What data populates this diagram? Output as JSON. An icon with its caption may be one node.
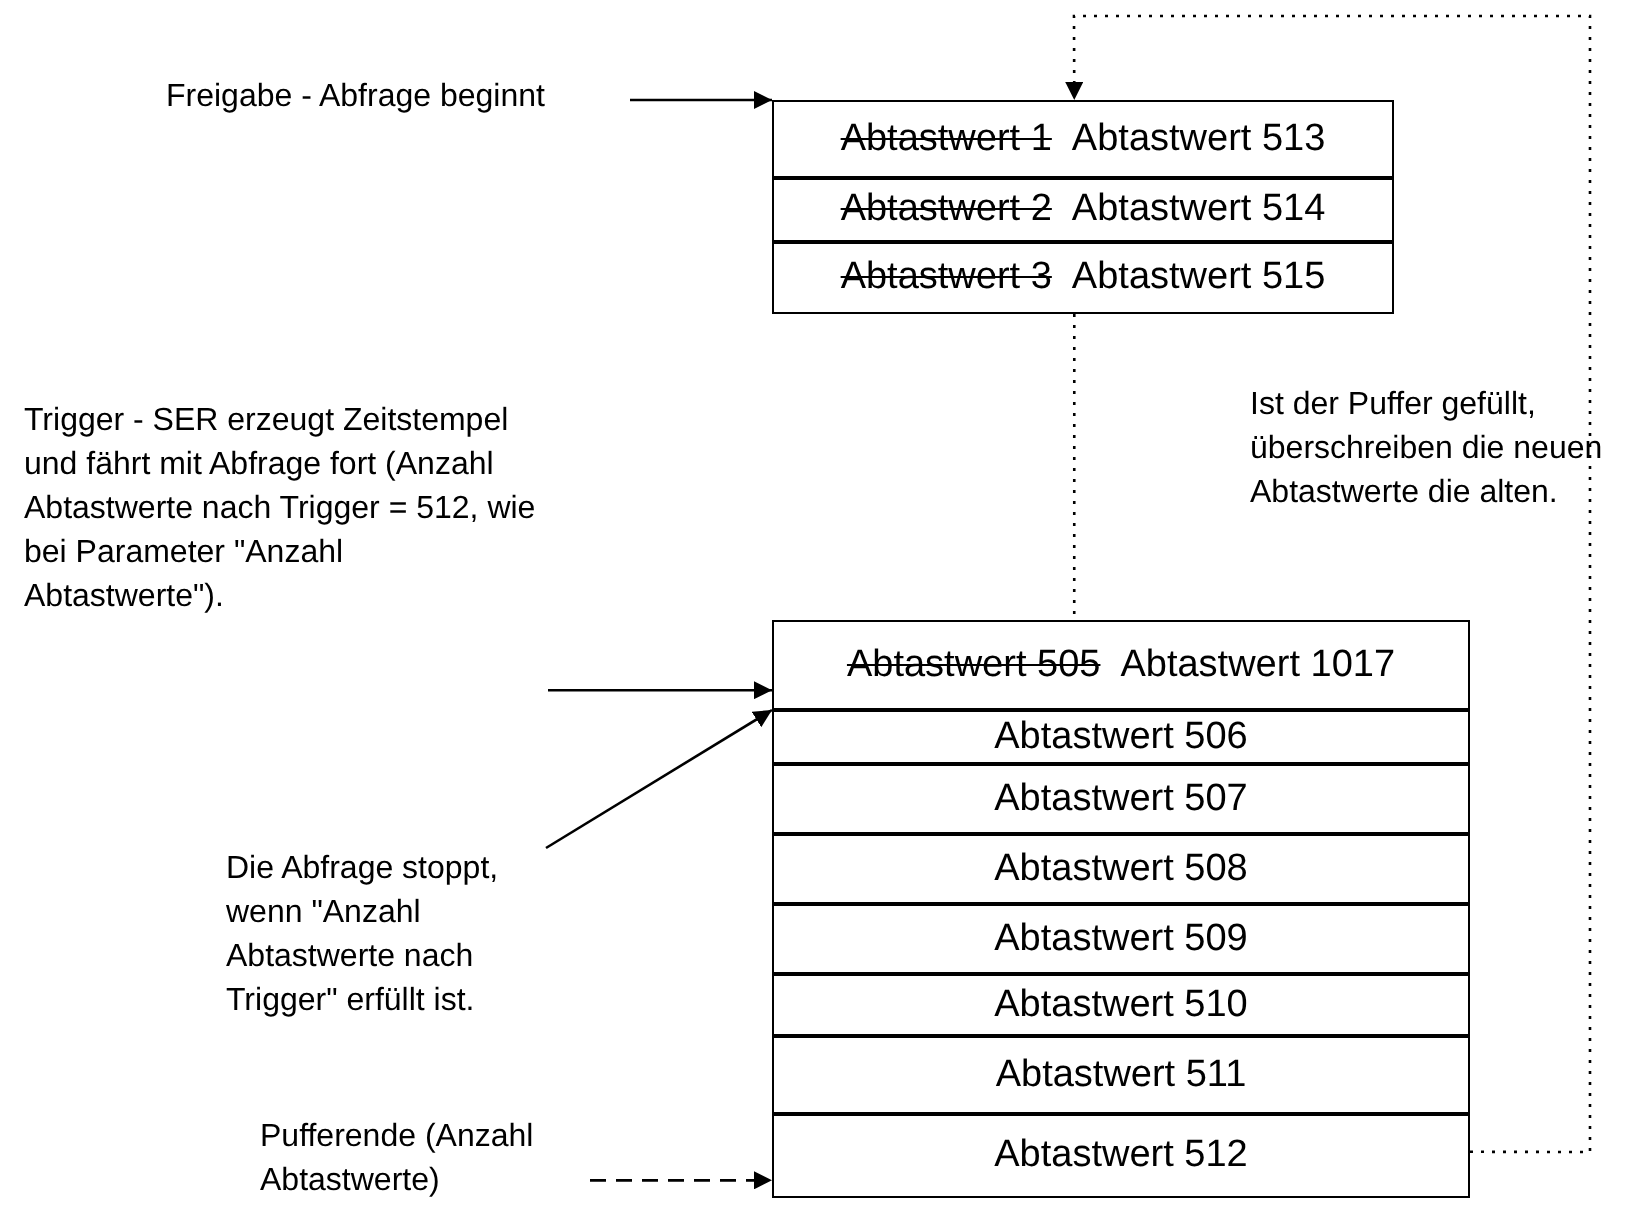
{
  "diagram": {
    "nodes": [
      {
        "text": [
          "Freigabe - Abfrage beginnt"
        ]
      },
      {
        "text": [
          "Abtastwert 1",
          "Abtastwert 513"
        ]
      },
      {
        "text": [
          "Abtastwert 2",
          "Abtastwert 514"
        ]
      },
      {
        "text": [
          "Abtastwert 3",
          "Abtastwert 515"
        ]
      },
      {
        "text": [
          "Trigger - SER erzeugt Zeitstempel und fährt mit Abfrage fort (Anzahl Abtastwerte nach Trigger = 512, wie bei Parameter \"Anzahl Abtastwerte\")."
        ]
      },
      {
        "text": [
          "Abtastwert 505",
          "Abtastwert 1017"
        ]
      },
      {
        "text": [
          "Abtastwert 506"
        ]
      },
      {
        "text": [
          "Abtastwert 507"
        ]
      },
      {
        "text": [
          "Abtastwert 508"
        ]
      },
      {
        "text": [
          "Abtastwert 509"
        ]
      },
      {
        "text": [
          "Abtastwert 510"
        ]
      },
      {
        "text": [
          "Abtastwert 511"
        ]
      },
      {
        "text": [
          "Abtastwert 512"
        ]
      },
      {
        "text": [
          "Die Abfrage stoppt, wenn \"Anzahl Abtastwerte nach Trigger\" erfüllt ist."
        ]
      },
      {
        "text": [
          "Pufferende (Anzahl Abtastwerte)"
        ]
      }
    ],
    "edges": [
      {
        "from": 0,
        "to": 1,
        "arrow": "to"
      },
      {
        "from": 3,
        "to": 5,
        "arrow": "none",
        "style": "dashed"
      },
      {
        "from": 12,
        "to": 1,
        "arrow": "to",
        "style": "dashed"
      },
      {
        "from": 4,
        "to": 5,
        "arrow": "to"
      },
      {
        "from": 13,
        "to": 5,
        "arrow": "to"
      },
      {
        "from": 14,
        "to": 12,
        "arrow": "to",
        "style": "dashed"
      }
    ],
    "labels": [
      "Ist der Puffer gefüllt, überschreiben die neuen Abtastwerte die alten."
    ]
  }
}
